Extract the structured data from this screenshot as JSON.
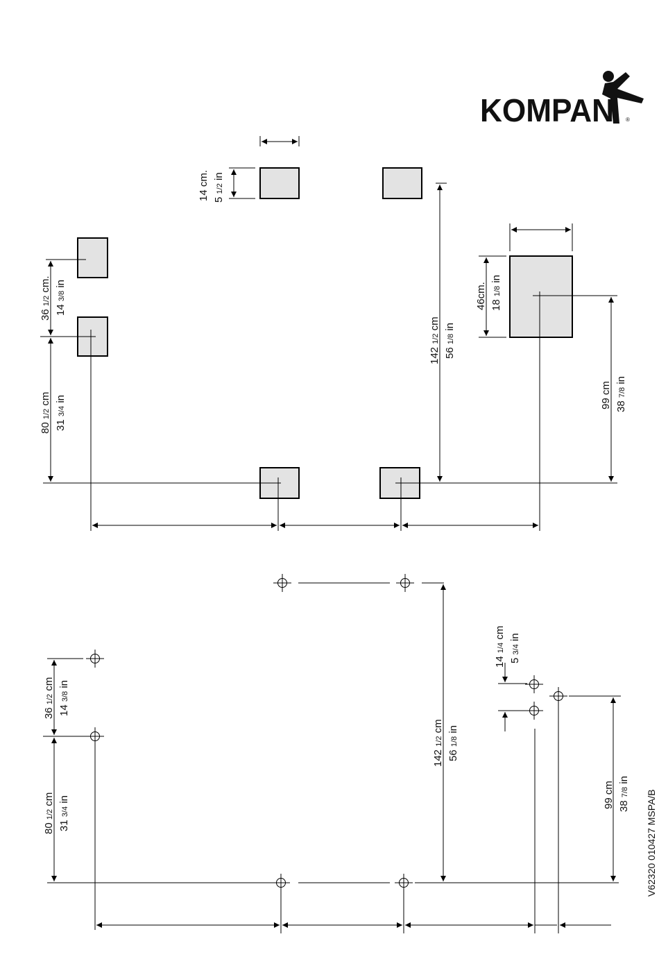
{
  "logo": {
    "brand": "KOMPAN",
    "registered": "®"
  },
  "doc_code": "V62320  010427 MSPA/B",
  "top_plan": {
    "footing_width": {
      "cm": "14 cm.",
      "in_whole": "5",
      "in_frac": "1/2",
      "in_unit": "in"
    },
    "left_spacing": {
      "cm_whole": "36",
      "cm_frac": "1/2",
      "cm_unit": "cm.",
      "in_whole": "14",
      "in_frac": "3/8",
      "in_unit": "in"
    },
    "left_offset": {
      "cm_whole": "80",
      "cm_frac": "1/2",
      "cm_unit": "cm",
      "in_whole": "31",
      "in_frac": "3/4",
      "in_unit": "in"
    },
    "depth": {
      "cm_whole": "142",
      "cm_frac": "1/2",
      "cm_unit": "cm",
      "in_whole": "56",
      "in_frac": "1/8",
      "in_unit": "in"
    },
    "large_footing": {
      "cm": "46cm.",
      "in_whole": "18",
      "in_frac": "1/8",
      "in_unit": "in"
    },
    "right_offset": {
      "cm": "99 cm",
      "in_whole": "38",
      "in_frac": "7/8",
      "in_unit": "in"
    }
  },
  "bottom_plan": {
    "left_spacing": {
      "cm_whole": "36",
      "cm_frac": "1/2",
      "cm_unit": "cm",
      "in_whole": "14",
      "in_frac": "3/8",
      "in_unit": "in"
    },
    "left_offset": {
      "cm_whole": "80",
      "cm_frac": "1/2",
      "cm_unit": "cm",
      "in_whole": "31",
      "in_frac": "3/4",
      "in_unit": "in"
    },
    "depth": {
      "cm_whole": "142",
      "cm_frac": "1/2",
      "cm_unit": "cm",
      "in_whole": "56",
      "in_frac": "1/8",
      "in_unit": "in"
    },
    "post_spacing": {
      "cm_whole": "14",
      "cm_frac": "1/4",
      "cm_unit": "cm",
      "in_whole": "5",
      "in_frac": "3/4",
      "in_unit": "in"
    },
    "right_offset": {
      "cm": "99 cm",
      "in_whole": "38",
      "in_frac": "7/8",
      "in_unit": "in"
    }
  }
}
